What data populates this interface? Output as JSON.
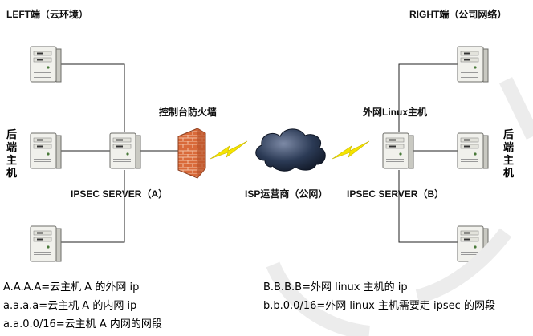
{
  "labels": {
    "left_side": "LEFT端（云环境）",
    "right_side": "RIGHT端（公司网络）",
    "firewall": "控制台防火墙",
    "linux_host": "外网Linux主机",
    "backend_left": "后端主机",
    "backend_right": "后端主机",
    "server_a": "IPSEC SERVER（A）",
    "server_b": "IPSEC SERVER（B）",
    "isp": "ISP运营商（公网）"
  },
  "notes_left": [
    "A.A.A.A=云主机 A 的外网 ip",
    "a.a.a.a=云主机 A 的内网 ip",
    "a.a.0.0/16=云主机 A 内网的网段"
  ],
  "notes_right": [
    "B.B.B.B=外网 linux 主机的 ip",
    "b.b.0.0/16=外网 linux 主机需要走 ipsec 的网段"
  ],
  "icons": [
    "server-icon",
    "firewall-icon",
    "cloud-icon",
    "lightning-icon"
  ],
  "colors": {
    "lightning": "#f5e400",
    "firewall_brick": "#d96a3a",
    "cloud": "#2b3a55",
    "server_body": "#f1f1ec",
    "line": "#222222"
  }
}
